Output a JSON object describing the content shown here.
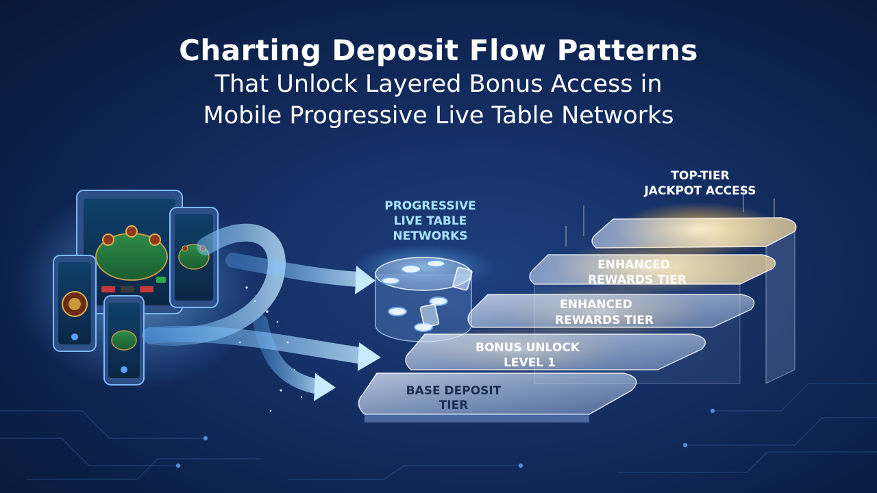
{
  "header": {
    "title_line1": "Charting Deposit Flow Patterns",
    "title_line2": "That Unlock Layered Bonus Access in",
    "title_line3": "Mobile Progressive Live Table Networks"
  },
  "network": {
    "label_line1": "PROGRESSIVE",
    "label_line2": "LIVE TABLE",
    "label_line3": "NETWORKS"
  },
  "tiers": {
    "base_line1": "BASE DEPOSIT",
    "base_line2": "TIER",
    "bonus_line1": "BONUS UNLOCK",
    "bonus_line2": "LEVEL 1",
    "enhanced_a_line1": "ENHANCED",
    "enhanced_a_line2": "REWARDS TIER",
    "enhanced_b_line1": "ENHANCED",
    "enhanced_b_line2": "REWARDS TIER",
    "top_line1": "TOP-TIER",
    "top_line2": "JACKPOT ACCESS"
  },
  "colors": {
    "background": "#0b1f47",
    "flow_arrow": "#7cc8ff",
    "tier_glow": "#ffd27a",
    "label_cyan": "#a8e4ff"
  },
  "icons": [
    "tablet-icon",
    "phone-icon",
    "casino-chip-icon",
    "playing-card-icon",
    "flow-arrow-icon"
  ]
}
